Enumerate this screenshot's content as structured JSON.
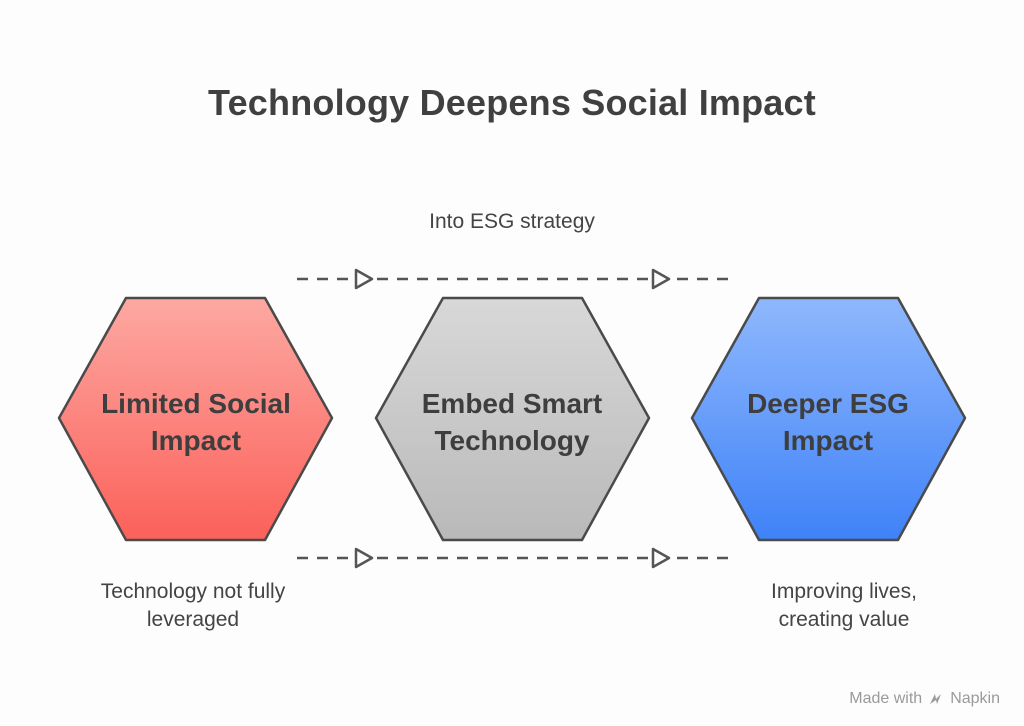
{
  "title": "Technology Deepens Social Impact",
  "top_caption": "Into ESG strategy",
  "stages": [
    {
      "lines": [
        "Limited Social",
        "Impact"
      ],
      "fill_top": "#fda8a2",
      "fill_bottom": "#fb615a"
    },
    {
      "lines": [
        "Embed Smart",
        "Technology"
      ],
      "fill_top": "#d8d8d8",
      "fill_bottom": "#b9b9b9"
    },
    {
      "lines": [
        "Deeper ESG",
        "Impact"
      ],
      "fill_top": "#8fb8fd",
      "fill_bottom": "#3f82f8"
    }
  ],
  "captions": {
    "left": [
      "Technology not fully",
      "leveraged"
    ],
    "right": [
      "Improving lives,",
      "creating value"
    ]
  },
  "watermark": {
    "prefix": "Made with",
    "brand": "Napkin"
  },
  "colors": {
    "outline": "#4a4a4a",
    "connector": "#555555"
  }
}
